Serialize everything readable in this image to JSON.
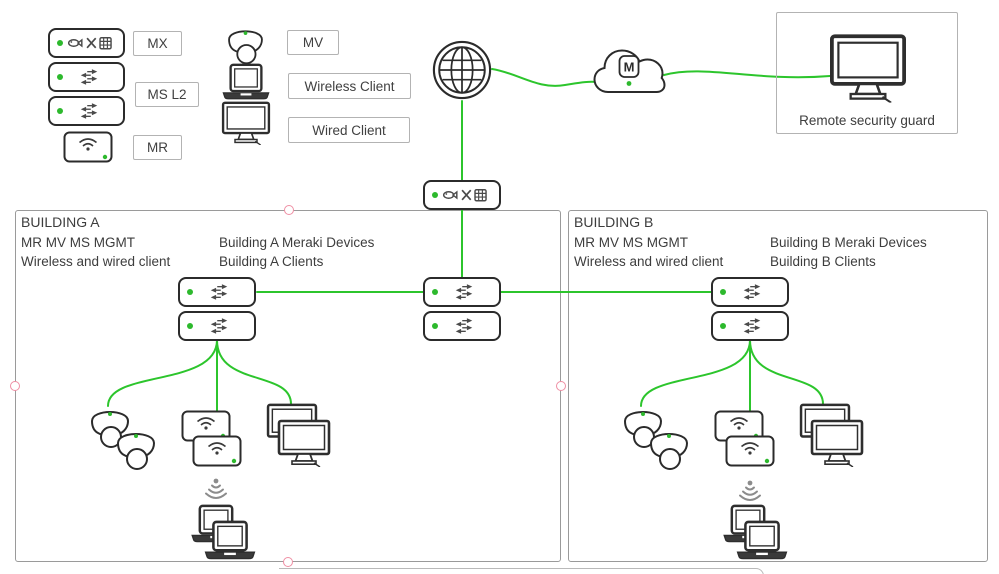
{
  "legend": {
    "mx": "MX",
    "ms_l2": "MS L2",
    "mr": "MR",
    "mv": "MV",
    "wireless_client": "Wireless Client",
    "wired_client": "Wired Client"
  },
  "internet": {
    "cloud_badge": "M"
  },
  "remote_guard": {
    "label": "Remote security guard"
  },
  "buildings": {
    "a": {
      "title": "BUILDING A",
      "devices_label": "MR MV MS MGMT",
      "devices_desc": "Building A Meraki Devices",
      "clients_label": "Wireless and wired client",
      "clients_desc": "Building A Clients"
    },
    "b": {
      "title": "BUILDING B",
      "devices_label": "MR MV MS MGMT",
      "devices_desc": "Building B Meraki Devices",
      "clients_label": "Wireless and wired client",
      "clients_desc": "Building B Clients"
    }
  },
  "colors": {
    "link_green": "#2cc52c",
    "status_dot_green": "#2db92d",
    "device_outline": "#2b2b2b",
    "box_border_gray": "#b3b3b3",
    "building_border_gray": "#9a9a9a",
    "marker_pink": "#ef8fa4",
    "text": "#3d3d3d"
  },
  "icons": [
    "globe-icon",
    "meraki-cloud-icon",
    "mx-appliance-icon",
    "switch-icon",
    "access-point-icon",
    "dome-camera-icon",
    "laptop-icon",
    "monitor-icon",
    "wifi-signal-icon",
    "status-dot-icon"
  ]
}
